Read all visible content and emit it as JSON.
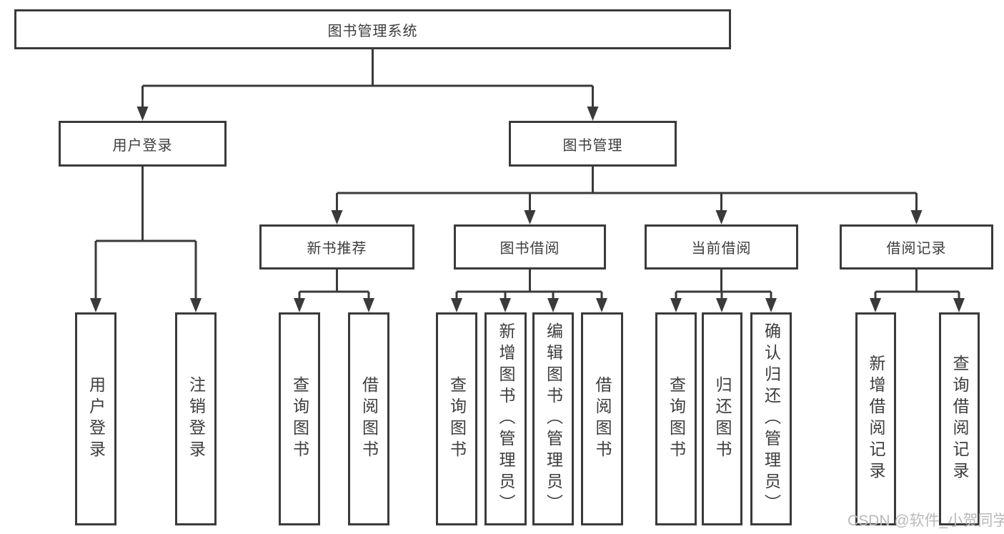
{
  "diagram": {
    "root": {
      "label": "图书管理系统"
    },
    "branches": [
      {
        "label": "用户登录",
        "children": [
          {
            "label": "用户登录"
          },
          {
            "label": "注销登录"
          }
        ]
      },
      {
        "label": "图书管理",
        "groups": [
          {
            "label": "新书推荐",
            "children": [
              {
                "label": "查询图书"
              },
              {
                "label": "借阅图书"
              }
            ]
          },
          {
            "label": "图书借阅",
            "children": [
              {
                "label": "查询图书"
              },
              {
                "label": "新增图书（管理员）"
              },
              {
                "label": "编辑图书（管理员）"
              },
              {
                "label": "借阅图书"
              }
            ]
          },
          {
            "label": "当前借阅",
            "children": [
              {
                "label": "查询图书"
              },
              {
                "label": "归还图书"
              },
              {
                "label": "确认归还（管理员）"
              }
            ]
          },
          {
            "label": "借阅记录",
            "children": [
              {
                "label": "新增借阅记录"
              },
              {
                "label": "查询借阅记录"
              }
            ]
          }
        ]
      }
    ]
  },
  "watermark": {
    "text": "CSDN @软件_小贺同学"
  },
  "colors": {
    "line": "#3a3a3a",
    "text": "#3d3d3d",
    "watermark": "#b9b9b9",
    "background": "#ffffff"
  }
}
